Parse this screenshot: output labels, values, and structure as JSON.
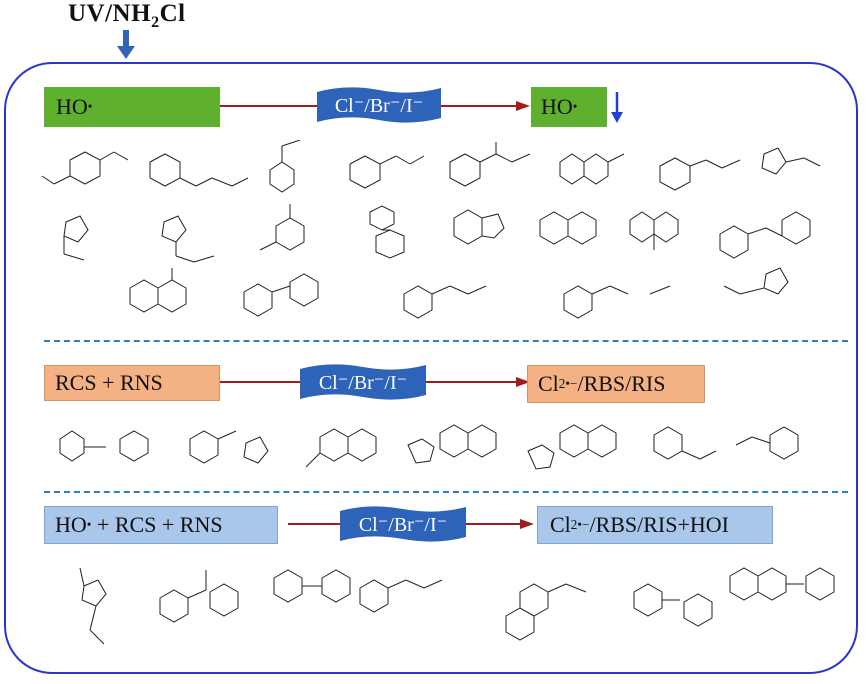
{
  "title": {
    "prefix": "UV/NH",
    "sub": "2",
    "suffix": "Cl"
  },
  "section1": {
    "left_label": "HO",
    "left_sup": "•",
    "banner": "Cl⁻/Br⁻/I⁻",
    "right_label": "HO",
    "right_sup": "•"
  },
  "section2": {
    "left_label": "RCS + RNS",
    "banner": "Cl⁻/Br⁻/I⁻",
    "right_prefix": "Cl",
    "right_sub": "2",
    "right_sup": "•−",
    "right_suffix": "/RBS/RIS"
  },
  "section3": {
    "left_prefix": "HO",
    "left_sup": "•",
    "left_suffix": " + RCS + RNS",
    "banner": "Cl⁻/Br⁻/I⁻",
    "right_prefix": "Cl",
    "right_sub": "2",
    "right_sup": "•−",
    "right_suffix": "/RBS/RIS+HOI"
  },
  "colors": {
    "frame": "#2a35c9",
    "green": "#5fb02e",
    "orange": "#f4b184",
    "lightblue": "#a9c7ea",
    "banner": "#2d63b8",
    "arrow": "#a11d1d",
    "dash": "#2f7fc3"
  }
}
